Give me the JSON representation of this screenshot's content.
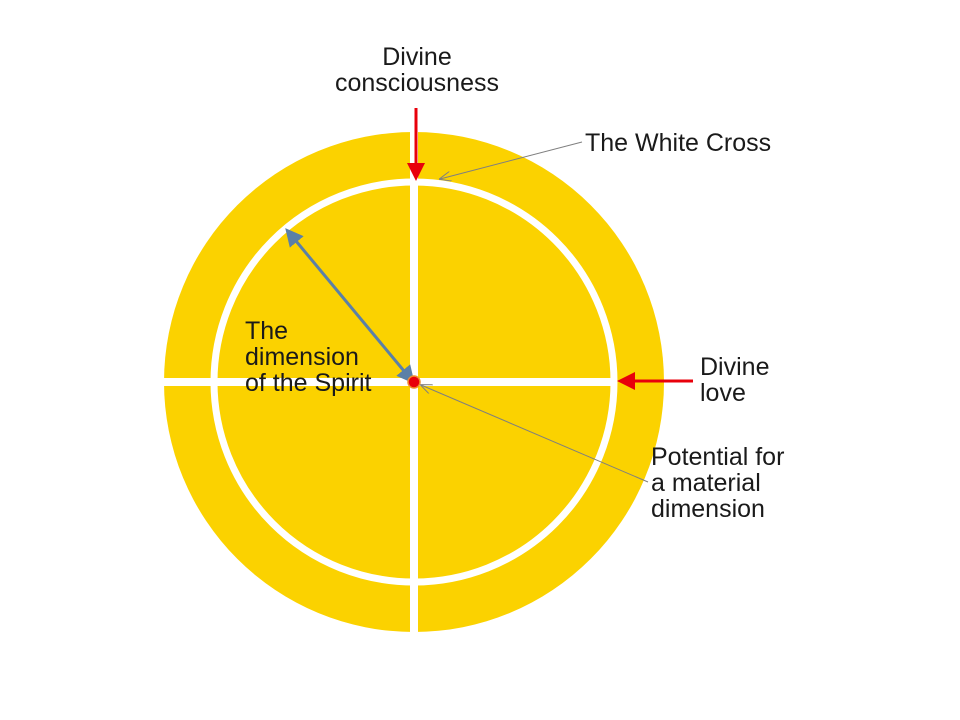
{
  "labels": {
    "divine_consciousness": "Divine\nconsciousness",
    "white_cross": "The White Cross",
    "dimension_spirit": "The\ndimension\nof the Spirit",
    "divine_love": "Divine\nlove",
    "material_potential": "Potential for\na material\ndimension"
  },
  "colors": {
    "disc": "#fbd200",
    "cross": "#ffffff",
    "arrow_red": "#e8000b",
    "arrow_blue": "#5b80a7",
    "pointer": "#7f7f7f",
    "center_dot": "#e8000b"
  }
}
